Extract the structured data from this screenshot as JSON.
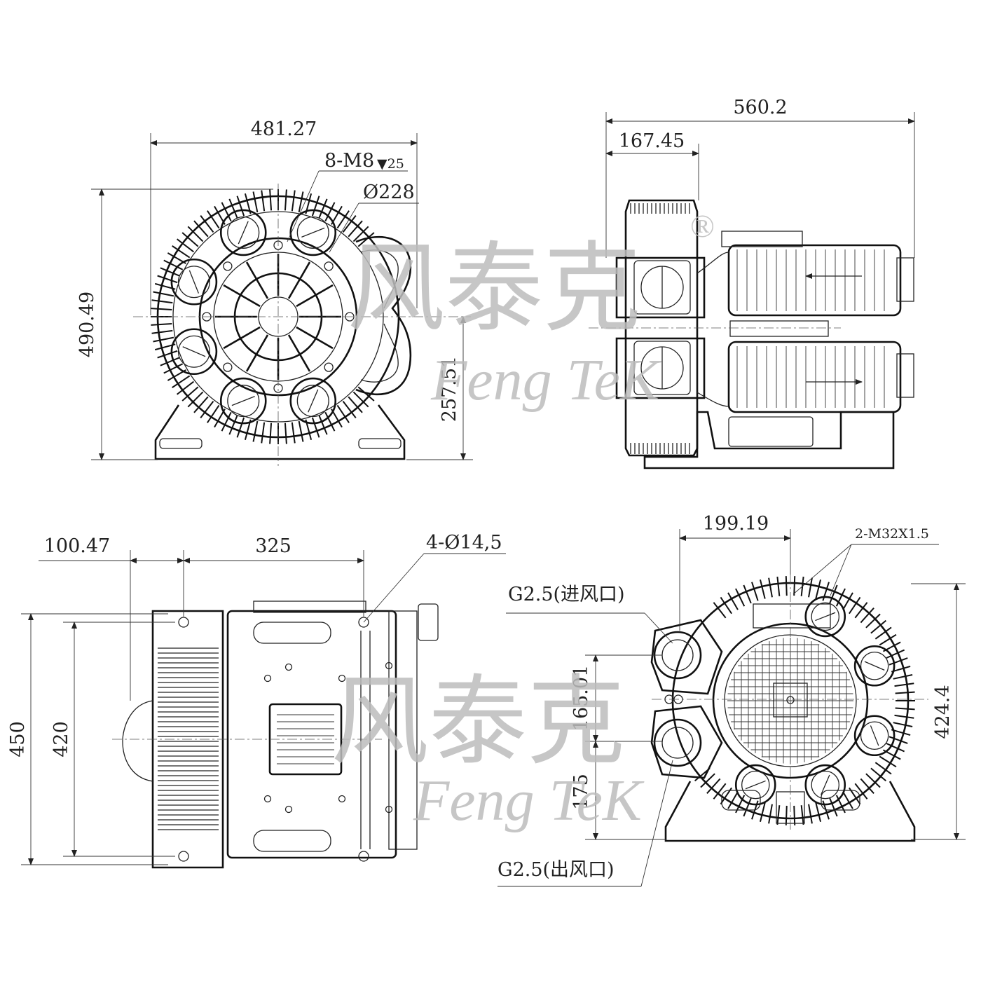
{
  "watermark": {
    "chinese": "风泰克",
    "english": "Feng TeK",
    "registered": "®"
  },
  "front_view": {
    "width": "481.27",
    "height": "490.49",
    "center_height": "257.51",
    "bolt_note_main": "8-M8",
    "bolt_note_depth": "▼25",
    "diameter": "Ø228"
  },
  "side_view": {
    "total_length": "560.2",
    "head_length": "167.45"
  },
  "bottom_view": {
    "offset": "100.47",
    "hole_spacing": "325",
    "holes": "4-Ø14,5",
    "overall_depth": "450",
    "inner_depth": "420"
  },
  "rear_view": {
    "port_spacing": "199.19",
    "cable_glands": "2-M32X1.5",
    "inlet_label": "G2.5(进风口)",
    "outlet_label": "G2.5(出风口)",
    "port_offset": "165.01",
    "outlet_height": "175",
    "height": "424.4"
  }
}
